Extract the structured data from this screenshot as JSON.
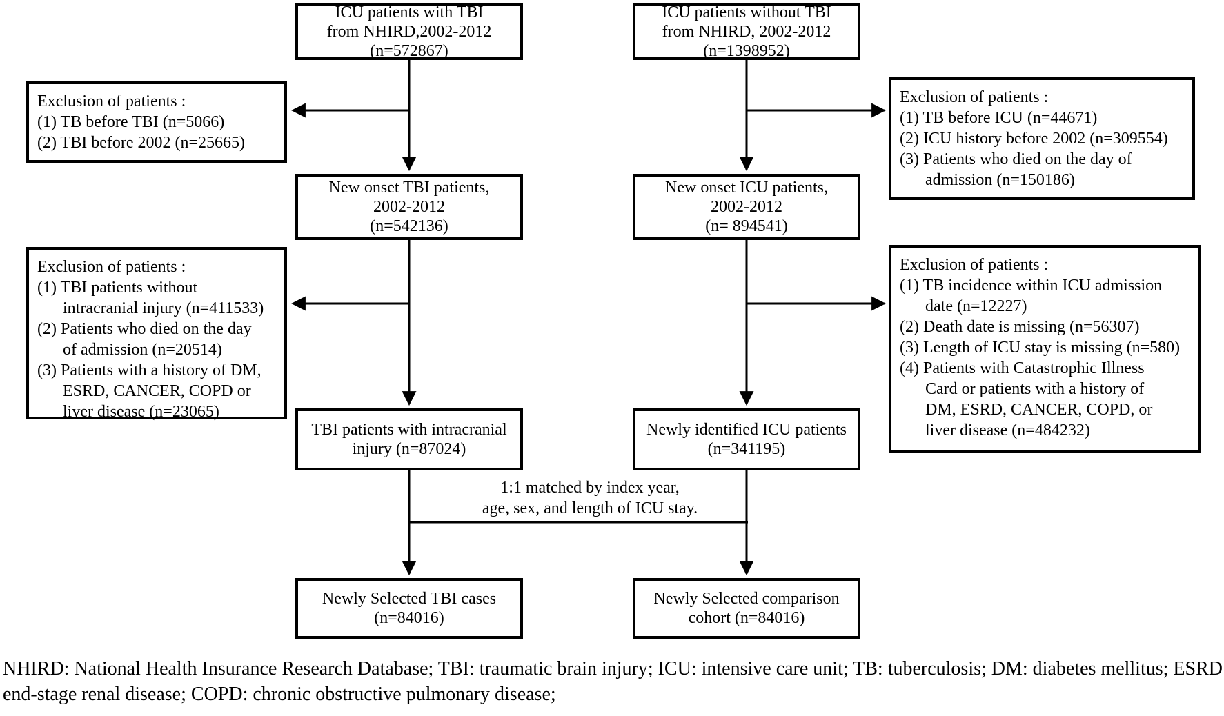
{
  "diagram": {
    "boxes": {
      "tbi_source": {
        "lines": [
          "ICU patients with TBI",
          "from NHIRD,2002-2012",
          "(n=572867)"
        ]
      },
      "icu_source": {
        "lines": [
          "ICU patients without TBI",
          "from NHIRD, 2002-2012",
          "(n=1398952)"
        ]
      },
      "tbi_exclusion_1": {
        "lines": [
          "Exclusion of patients :",
          "(1) TB before TBI (n=5066)",
          "(2) TBI before 2002 (n=25665)"
        ]
      },
      "icu_exclusion_1": {
        "lines": [
          "Exclusion of patients :",
          "(1) TB before ICU (n=44671)",
          "(2) ICU history before 2002 (n=309554)",
          "(3) Patients who died on the day of",
          "admission (n=150186)"
        ]
      },
      "tbi_new_onset": {
        "lines": [
          "New onset TBI patients,",
          "2002-2012",
          "(n=542136)"
        ]
      },
      "icu_new_onset": {
        "lines": [
          "New onset ICU patients,",
          "2002-2012",
          "(n= 894541)"
        ]
      },
      "tbi_exclusion_2": {
        "lines": [
          "Exclusion of patients :",
          "(1) TBI patients without",
          "intracranial injury (n=411533)",
          "(2) Patients who died on the day",
          "of admission (n=20514)",
          "(3) Patients with a history of DM,",
          "ESRD, CANCER, COPD or",
          "liver disease (n=23065)"
        ]
      },
      "icu_exclusion_2": {
        "lines": [
          "Exclusion of patients :",
          "(1) TB incidence within ICU admission",
          "date (n=12227)",
          "(2) Death date is missing (n=56307)",
          "(3) Length of ICU stay is missing (n=580)",
          "(4) Patients with Catastrophic Illness",
          "Card or patients with a history of",
          "DM, ESRD, CANCER, COPD, or",
          "liver disease (n=484232)"
        ]
      },
      "tbi_intracranial": {
        "lines": [
          "TBI patients with intracranial",
          "injury (n=87024)"
        ]
      },
      "icu_identified": {
        "lines": [
          "Newly identified ICU patients",
          "(n=341195)"
        ]
      },
      "tbi_selected": {
        "lines": [
          "Newly Selected TBI cases",
          "(n=84016)"
        ]
      },
      "comparison_cohort": {
        "lines": [
          "Newly Selected comparison",
          "cohort (n=84016)"
        ]
      }
    },
    "match_label": {
      "lines": [
        "1:1 matched by index year,",
        "age, sex, and length of ICU stay."
      ]
    }
  },
  "footnote": "NHIRD: National Health Insurance Research Database; TBI: traumatic brain injury; ICU: intensive care unit; TB: tuberculosis; DM: diabetes mellitus; ESRD end-stage renal disease; COPD: chronic obstructive pulmonary disease;",
  "colors": {
    "line": "#000000",
    "background": "#ffffff"
  }
}
